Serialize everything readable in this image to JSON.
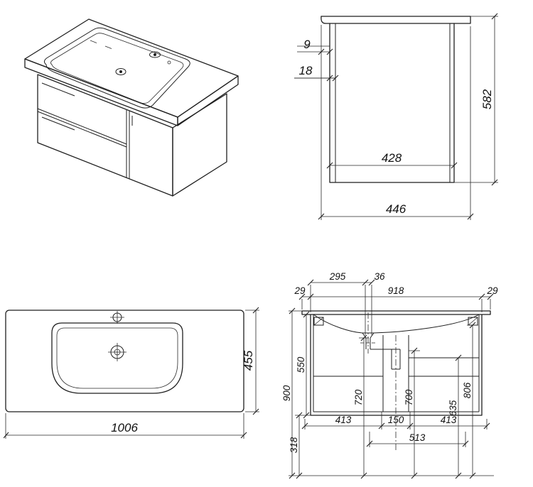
{
  "side": {
    "d9": "9",
    "d18": "18",
    "d582": "582",
    "d428": "428",
    "d446": "446"
  },
  "top": {
    "d1006": "1006",
    "d455": "455"
  },
  "front": {
    "d295": "295",
    "d36": "36",
    "d29l": "29",
    "d918": "918",
    "d29r": "29",
    "d550": "550",
    "d900": "900",
    "d318": "318",
    "d720": "720",
    "d700": "700",
    "d635": "635",
    "d806": "806",
    "d413l": "413",
    "d150": "150",
    "d413r": "413",
    "d513": "513"
  }
}
